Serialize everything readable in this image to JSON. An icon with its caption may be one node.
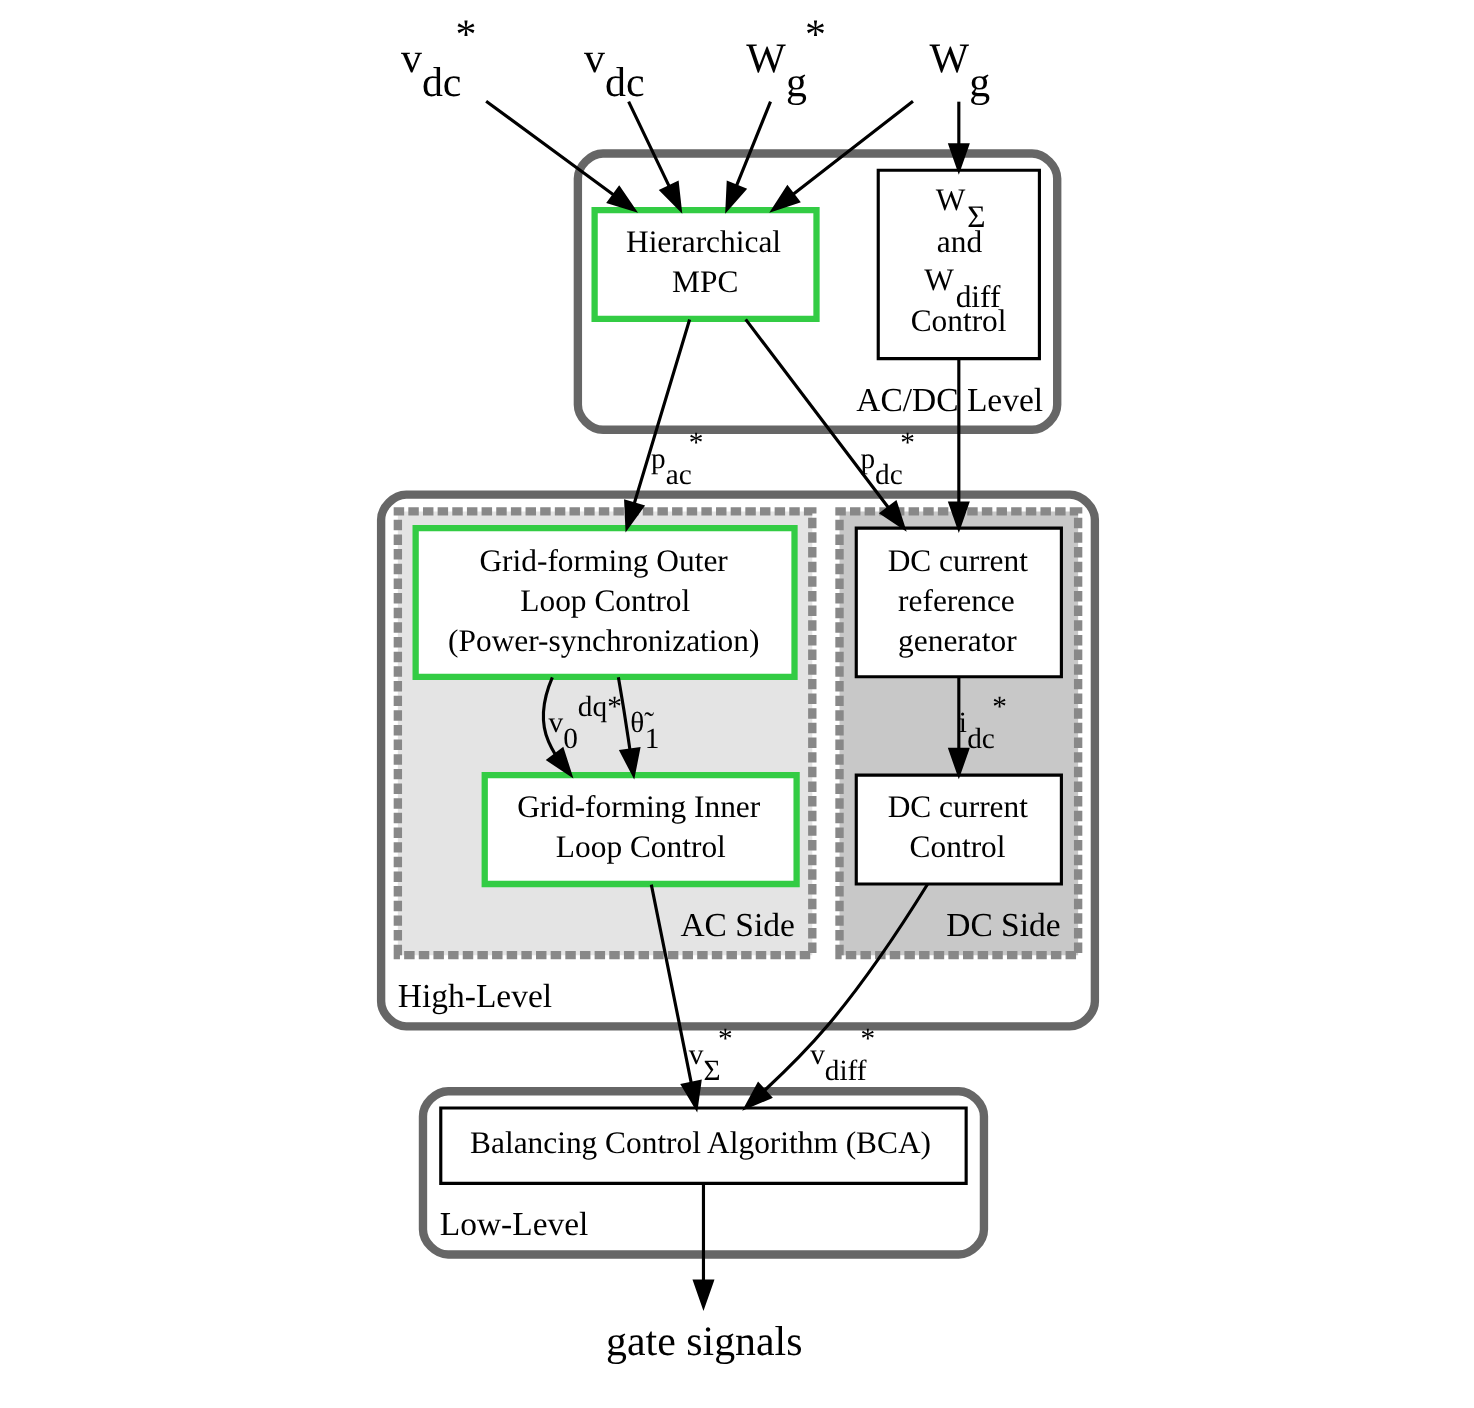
{
  "diagram": {
    "nodes": [
      {
        "text": [
          "AC/DC Level"
        ]
      },
      {
        "text": [
          "v$_{dc}$$^{*}$"
        ]
      },
      {
        "text": [
          "v$_{dc}$"
        ]
      },
      {
        "text": [
          "W$_{g}$$^{*}$"
        ]
      },
      {
        "text": [
          "W$_{g}$"
        ]
      },
      {
        "text": [
          "Hierarchical MPC"
        ],
        "in": 0
      },
      {
        "text": [
          "W$_{Σ}$ and W$_{diff}$ Control"
        ],
        "in": 0
      },
      {
        "text": [
          "High-Level"
        ]
      },
      {
        "text": [
          "AC Side"
        ],
        "in": 7
      },
      {
        "text": [
          "Grid-forming Outer Loop Control (Power-synchronization)"
        ],
        "in": 8
      },
      {
        "text": [
          "Grid-forming Inner Loop Control"
        ],
        "in": 8
      },
      {
        "text": [
          "DC Side"
        ],
        "in": 7
      },
      {
        "text": [
          "DC current reference generator"
        ],
        "in": 11
      },
      {
        "text": [
          "DC current Control"
        ],
        "in": 11
      },
      {
        "text": [
          "Low-Level"
        ]
      },
      {
        "text": [
          "Balancing Control Algorithm (BCA)"
        ],
        "in": 14
      },
      {
        "text": [
          "gate signals"
        ]
      }
    ],
    "edges": [
      {
        "from": 1,
        "to": 5,
        "arrow": "to"
      },
      {
        "from": 2,
        "to": 5,
        "arrow": "to"
      },
      {
        "from": 3,
        "to": 5,
        "arrow": "to"
      },
      {
        "from": 4,
        "to": 5,
        "arrow": "to"
      },
      {
        "from": 4,
        "to": 6,
        "arrow": "to"
      },
      {
        "from": 5,
        "to": 9,
        "arrow": "to",
        "label": "p$_{ac}$$^{*}$"
      },
      {
        "from": 5,
        "to": 12,
        "arrow": "to",
        "label": "p$_{dc}$$^{*}$"
      },
      {
        "from": 6,
        "to": 12,
        "arrow": "to"
      },
      {
        "from": 9,
        "to": 10,
        "arrow": "to",
        "label": "v$_{0}$$^{dq*}$"
      },
      {
        "from": 9,
        "to": 10,
        "arrow": "to",
        "label": "θ̃$_{1}$"
      },
      {
        "from": 12,
        "to": 13,
        "arrow": "to",
        "label": "i$_{dc}$$^{*}$"
      },
      {
        "from": 10,
        "to": 15,
        "arrow": "to",
        "label": "v$_{Σ}$$^{*}$"
      },
      {
        "from": 13,
        "to": 15,
        "arrow": "to",
        "label": "v$_{diff}$$^{*}$"
      },
      {
        "from": 15,
        "to": 16,
        "arrow": "to"
      }
    ]
  }
}
